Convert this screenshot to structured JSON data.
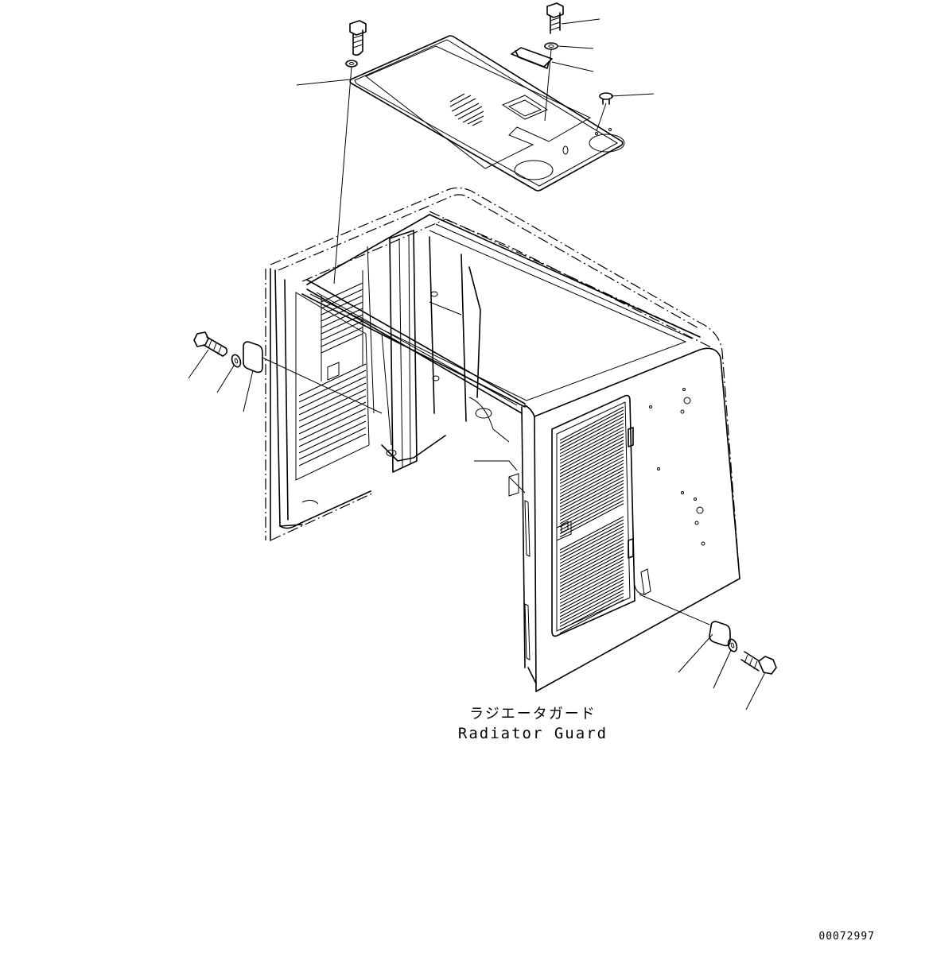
{
  "caption": {
    "japanese": "ラジエータガード",
    "english": "Radiator Guard"
  },
  "drawing_number": "00072997"
}
